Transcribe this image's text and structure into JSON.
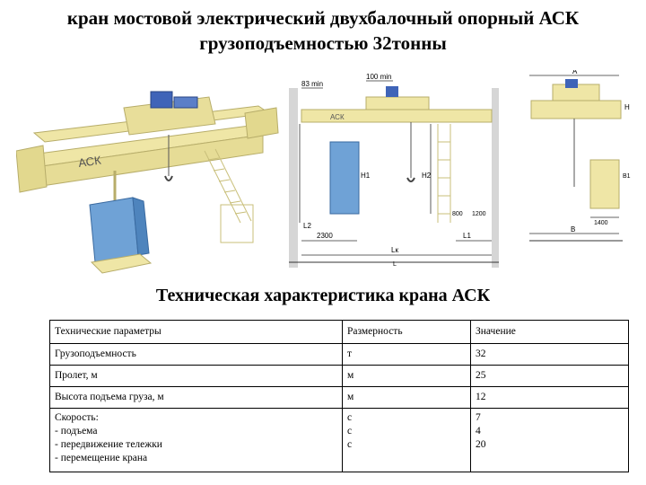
{
  "header": {
    "title_line1": "кран мостовой электрический двухбалочный опорный АСК",
    "title_line2": "грузоподъемностью 32тонны"
  },
  "figure": {
    "brand_label": "АСК",
    "dim_labels": {
      "d1": "83 min",
      "d2": "100 min",
      "d3": "H",
      "d4": "H1",
      "d5": "H2",
      "d6": "L1",
      "d7": "L2",
      "d8": "L",
      "d9": "2300",
      "d10": "Lк",
      "d11": "800",
      "d12": "1200",
      "d13": "A",
      "d14": "B",
      "d15": "1400",
      "d16": "B1"
    },
    "colors": {
      "crane_yellow": "#efe6a6",
      "crane_outline": "#b7ad6a",
      "motor_blue": "#3f64b8",
      "cab_blue": "#6fa2d6",
      "line": "#333333"
    }
  },
  "section": {
    "title": "Техническая характеристика крана АСК"
  },
  "table": {
    "headers": [
      "Технические параметры",
      "Размерность",
      "Значение"
    ],
    "rows": [
      {
        "param": "Грузоподъемность",
        "unit": "т",
        "value": "32"
      },
      {
        "param": "Пролет, м",
        "unit": "м",
        "value": "25"
      },
      {
        "param": "Высота подъема груза, м",
        "unit": "м",
        "value": "12"
      }
    ],
    "speed": {
      "lines": [
        "Скорость:",
        "- подъема",
        "- передвижение тележки",
        "- перемещение крана"
      ],
      "units": [
        "с",
        "с",
        "с"
      ],
      "values": [
        "7",
        "4",
        "20"
      ]
    }
  }
}
